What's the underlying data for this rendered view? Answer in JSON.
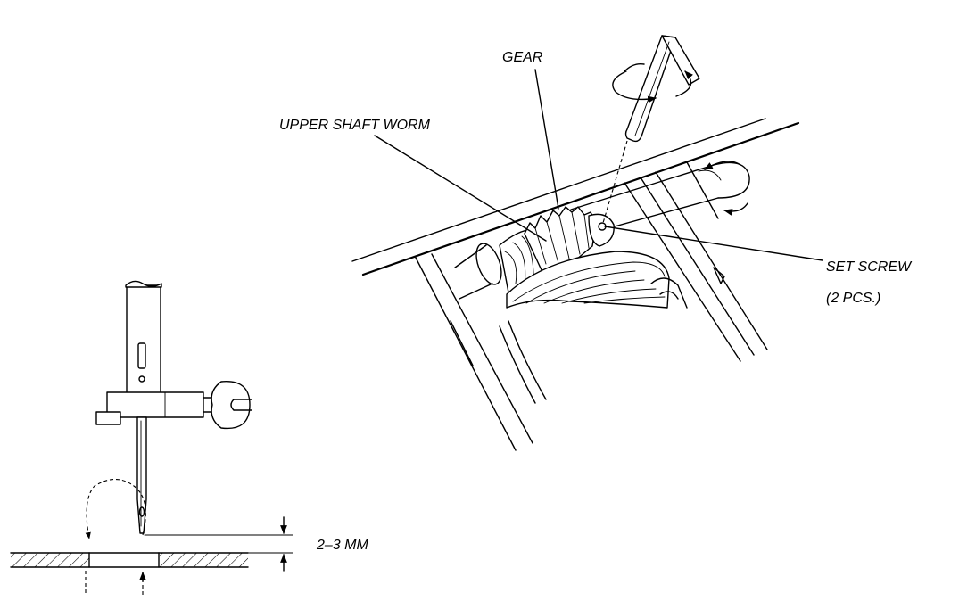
{
  "labels": {
    "gear": "GEAR",
    "upper_shaft_worm": "UPPER SHAFT WORM",
    "set_screw": "SET SCREW",
    "set_screw_qty": "(2 PCS.)",
    "needle_height": "2–3 MM"
  },
  "icons": [
    "hex-wrench-icon",
    "rotation-arrow-icon",
    "needle-bar-icon",
    "throat-plate-icon"
  ],
  "colors": {
    "ink": "#000000",
    "background": "#ffffff"
  }
}
